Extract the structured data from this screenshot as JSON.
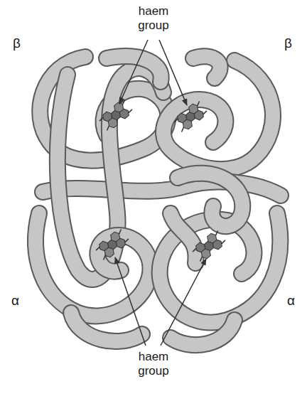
{
  "diagram": {
    "labels": [
      "haem group",
      "β",
      "β",
      "α",
      "α",
      "haem group"
    ]
  }
}
